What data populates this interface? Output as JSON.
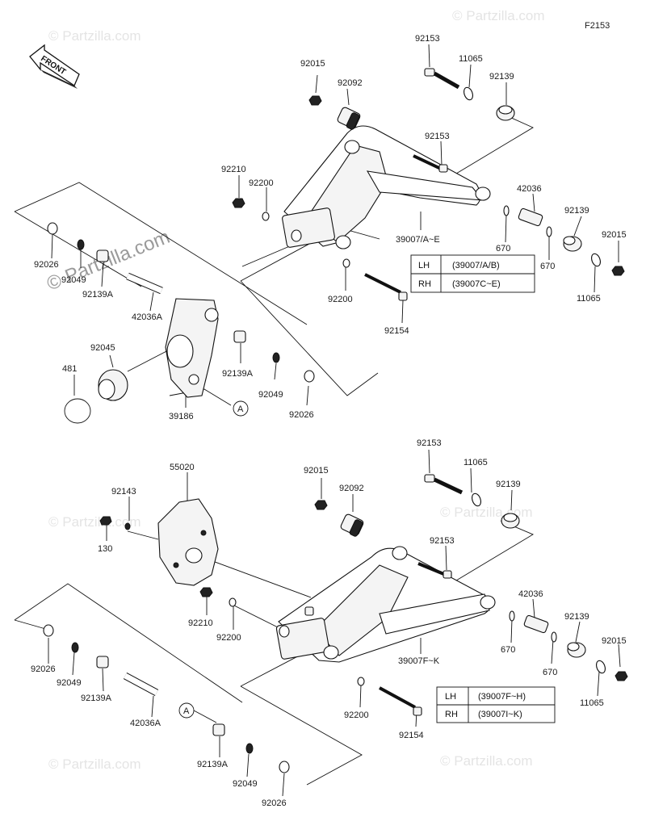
{
  "figure_code": "F2153",
  "front_badge": "FRONT",
  "watermark": "© Partzilla.com",
  "callout_marker": "A",
  "upper_labels": {
    "p92153a": "92153",
    "p11065a": "11065",
    "p92015a": "92015",
    "p92092": "92092",
    "p92139a": "92139",
    "p92153b": "92153",
    "p92210": "92210",
    "p92200a": "92200",
    "p42036": "42036",
    "p92139b": "92139",
    "p92015b": "92015",
    "p670a": "670",
    "p670b": "670",
    "p11065b": "11065",
    "p39007": "39007/A~E",
    "p92200b": "92200",
    "p92154": "92154",
    "p92026a": "92026",
    "p92049a": "92049",
    "p92139Aa": "92139A",
    "p42036A": "42036A",
    "p92045": "92045",
    "p481": "481",
    "p39186": "39186",
    "p92139Ab": "92139A",
    "p92049b": "92049",
    "p92026b": "92026"
  },
  "upper_table": [
    {
      "side": "LH",
      "part": "(39007/A/B)"
    },
    {
      "side": "RH",
      "part": "(39007C~E)"
    }
  ],
  "lower_labels": {
    "p92153a": "92153",
    "p11065a": "11065",
    "p92015a": "92015",
    "p92092": "92092",
    "p92139a": "92139",
    "p55020": "55020",
    "p92143": "92143",
    "p130": "130",
    "p92153b": "92153",
    "p42036": "42036",
    "p92139b": "92139",
    "p92015b": "92015",
    "p670a": "670",
    "p670b": "670",
    "p11065b": "11065",
    "p92210": "92210",
    "p92200a": "92200",
    "p39007": "39007F~K",
    "p92026a": "92026",
    "p92049a": "92049",
    "p92139Aa": "92139A",
    "p42036A": "42036A",
    "p92200b": "92200",
    "p92154": "92154",
    "p92139Ab": "92139A",
    "p92049b": "92049",
    "p92026b": "92026"
  },
  "lower_table": [
    {
      "side": "LH",
      "part": "(39007F~H)"
    },
    {
      "side": "RH",
      "part": "(39007I~K)"
    }
  ]
}
